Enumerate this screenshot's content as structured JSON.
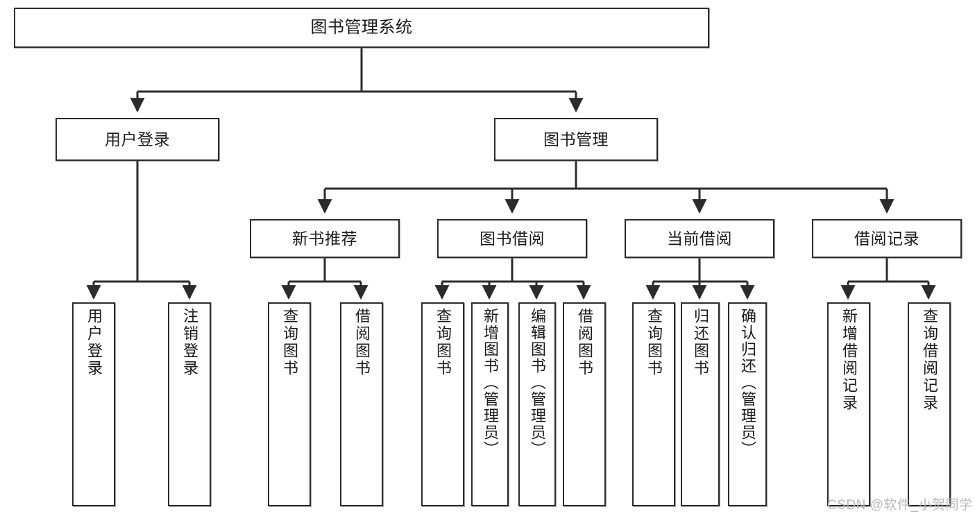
{
  "diagram": {
    "title": "图书管理系统",
    "type": "hierarchical-tree",
    "watermark": "CSDN @软件_小贺同学",
    "colors": {
      "box_border": "#2b2b2b",
      "box_fill": "#ffffff",
      "connector": "#2b2b2b",
      "text": "#1a1a1a",
      "watermark": "#b9b9b9",
      "background": "#ffffff"
    },
    "root": {
      "label": "图书管理系统"
    },
    "level1": [
      {
        "label": "用户登录"
      },
      {
        "label": "图书管理"
      }
    ],
    "level2": [
      {
        "label": "新书推荐"
      },
      {
        "label": "图书借阅"
      },
      {
        "label": "当前借阅"
      },
      {
        "label": "借阅记录"
      }
    ],
    "leaves": {
      "user_login": [
        {
          "label": "用户登录"
        },
        {
          "label": "注销登录"
        }
      ],
      "new_book_recommend": [
        {
          "label": "查询图书"
        },
        {
          "label": "借阅图书"
        }
      ],
      "book_borrow": [
        {
          "label": "查询图书"
        },
        {
          "label": "新增图书（管理员）"
        },
        {
          "label": "编辑图书（管理员）"
        },
        {
          "label": "借阅图书"
        }
      ],
      "current_borrow": [
        {
          "label": "查询图书"
        },
        {
          "label": "归还图书"
        },
        {
          "label": "确认归还（管理员）"
        }
      ],
      "borrow_records": [
        {
          "label": "新增借阅记录"
        },
        {
          "label": "查询借阅记录"
        }
      ]
    }
  }
}
